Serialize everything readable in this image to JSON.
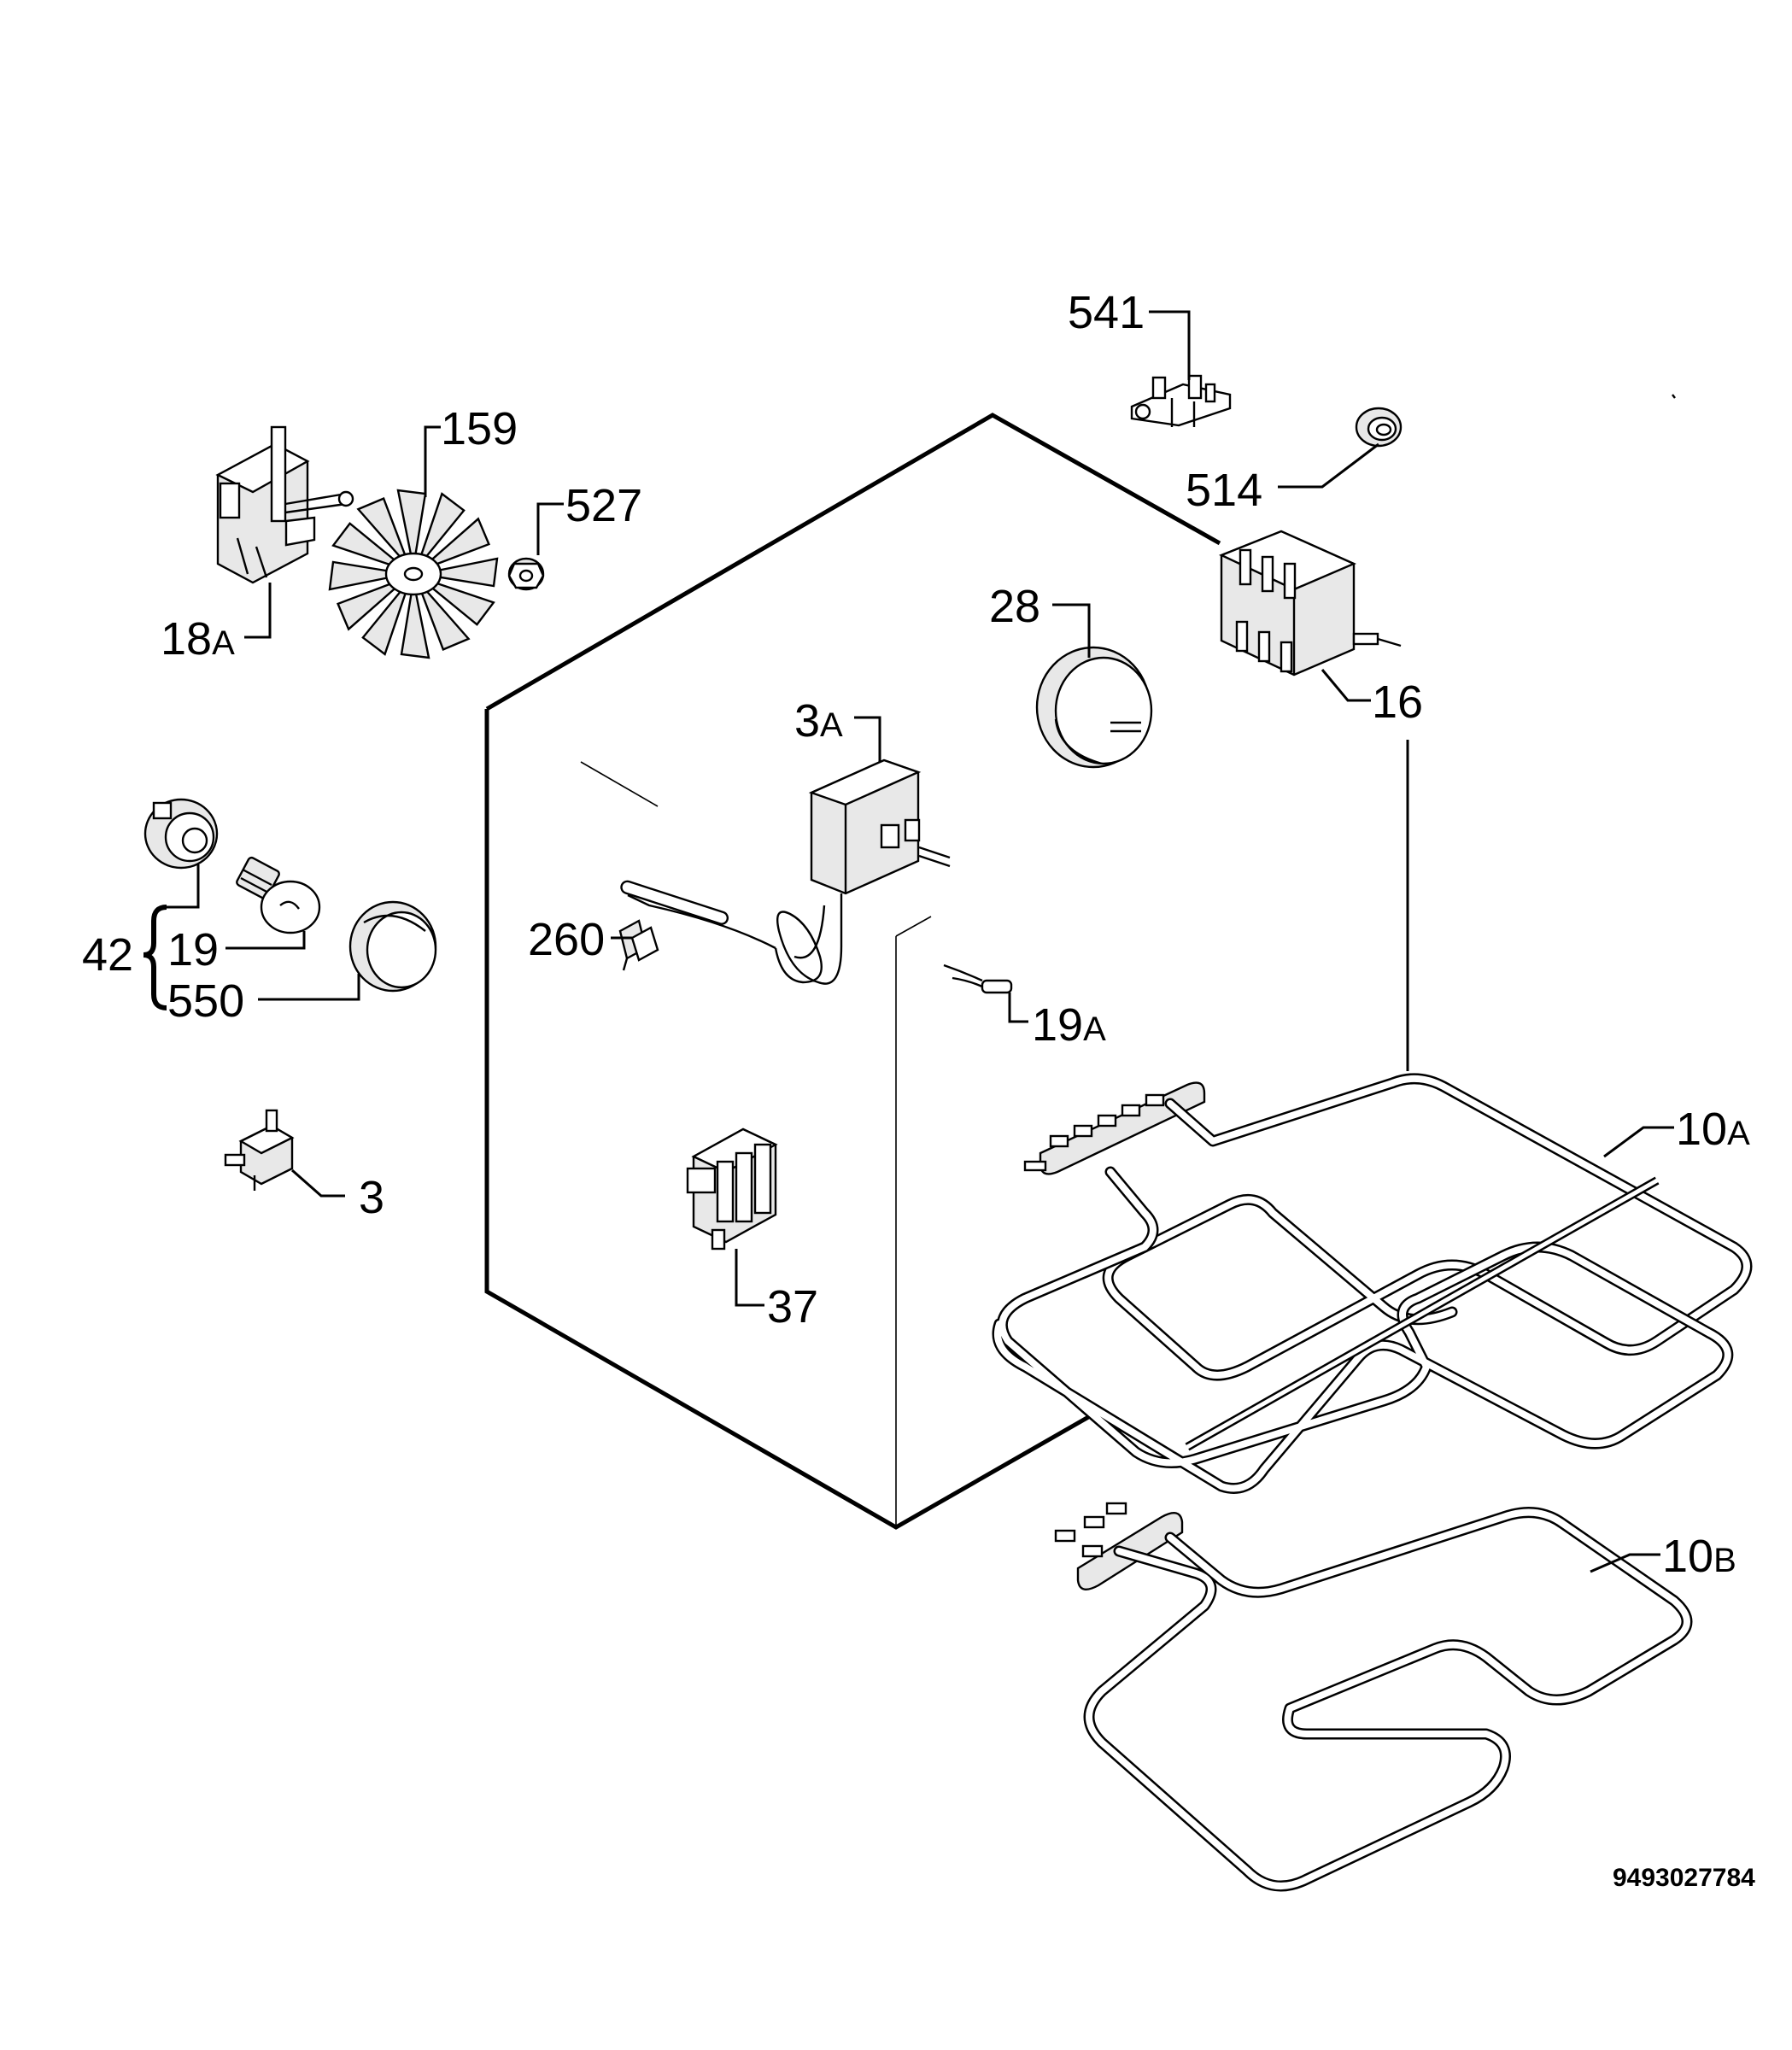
{
  "callouts": {
    "c541": "541",
    "c514": "514",
    "c159": "159",
    "c527": "527",
    "c18A": "18",
    "c18A_suffix": "A",
    "c28": "28",
    "c16": "16",
    "c3A": "3",
    "c3A_suffix": "A",
    "c42": "42",
    "c19": "19",
    "c550": "550",
    "c260": "260",
    "c19A": "19",
    "c19A_suffix": "A",
    "c10A": "10",
    "c10A_suffix": "A",
    "c3": "3",
    "c37": "37",
    "c10B": "10",
    "c10B_suffix": "B"
  },
  "document_id": "9493027784"
}
